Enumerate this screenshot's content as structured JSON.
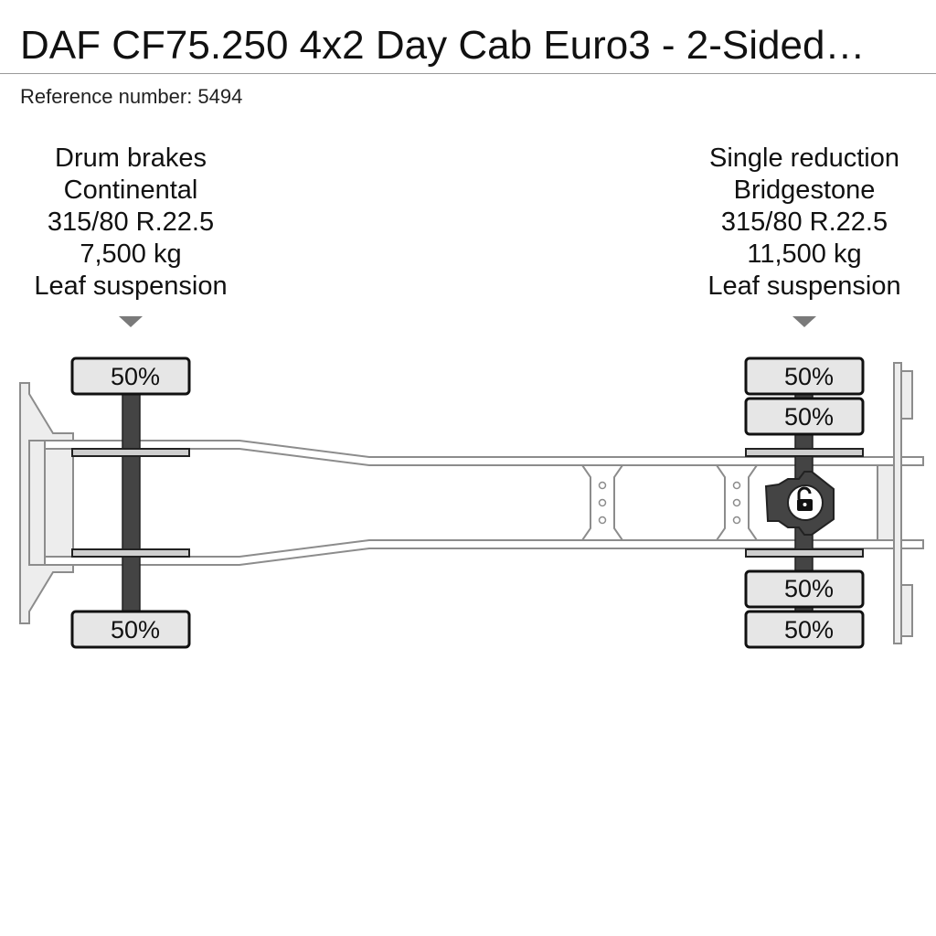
{
  "header": {
    "title": "DAF CF75.250 4x2 Day Cab Euro3 - 2-Sided…",
    "reference": "Reference number: 5494"
  },
  "axles": {
    "front": {
      "lines": [
        "Drum brakes",
        "Continental",
        "315/80 R.22.5",
        "7,500 kg",
        "Leaf suspension"
      ],
      "tires": {
        "top": "50%",
        "bottom": "50%"
      }
    },
    "rear": {
      "lines": [
        "Single reduction",
        "Bridgestone",
        "315/80 R.22.5",
        "11,500 kg",
        "Leaf suspension"
      ],
      "tires": {
        "top_outer": "50%",
        "top_inner": "50%",
        "bottom_inner": "50%",
        "bottom_outer": "50%"
      }
    }
  },
  "icons": {
    "front_marker": "triangle-down-icon",
    "rear_marker": "triangle-down-icon",
    "differential": "unlocked-padlock-icon"
  },
  "colors": {
    "chassis_stroke": "#8c8c8c",
    "tire_fill": "#e6e6e6",
    "axle_dark": "#444444",
    "marker": "#7a7a7a"
  }
}
